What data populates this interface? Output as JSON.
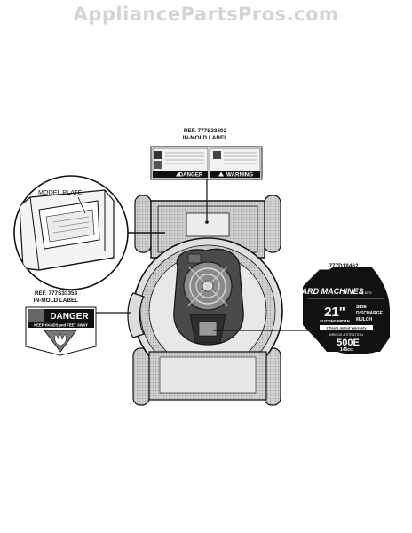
{
  "watermark": "AppliancePartsPros.com",
  "callouts": {
    "top_label": {
      "ref": "REF. 777S33602",
      "desc": "IN-MOLD LABEL"
    },
    "side_label": {
      "ref": "REF. 777S33353",
      "desc": "IN-MOLD LABEL"
    },
    "model_plate": {
      "text": "MODEL PLATE"
    },
    "decal": {
      "ref": "777D18462"
    }
  },
  "top_label_art": {
    "danger": "DANGER",
    "warning": "WARNING"
  },
  "side_label_art": {
    "danger": "DANGER",
    "subtext": "KEEP HANDS and FEET AWAY"
  },
  "decal_art": {
    "brand": "YARD MACHINES",
    "brand_suffix": "by MTD",
    "size": "21\"",
    "cutting_width": "CUTTING WIDTH",
    "feature_1": "SIDE",
    "feature_2": "DISCHARGE",
    "feature_3": "MULCH",
    "warranty": "2 Year Limited Warranty",
    "engine_brand": "BRIGGS & STRATTON",
    "series": "500E",
    "cc": "140cc"
  },
  "colors": {
    "ink": "#111111",
    "gray": "#bdbdbd",
    "dark_gray": "#6e6e6e",
    "watermark": "#d4d4d4"
  }
}
